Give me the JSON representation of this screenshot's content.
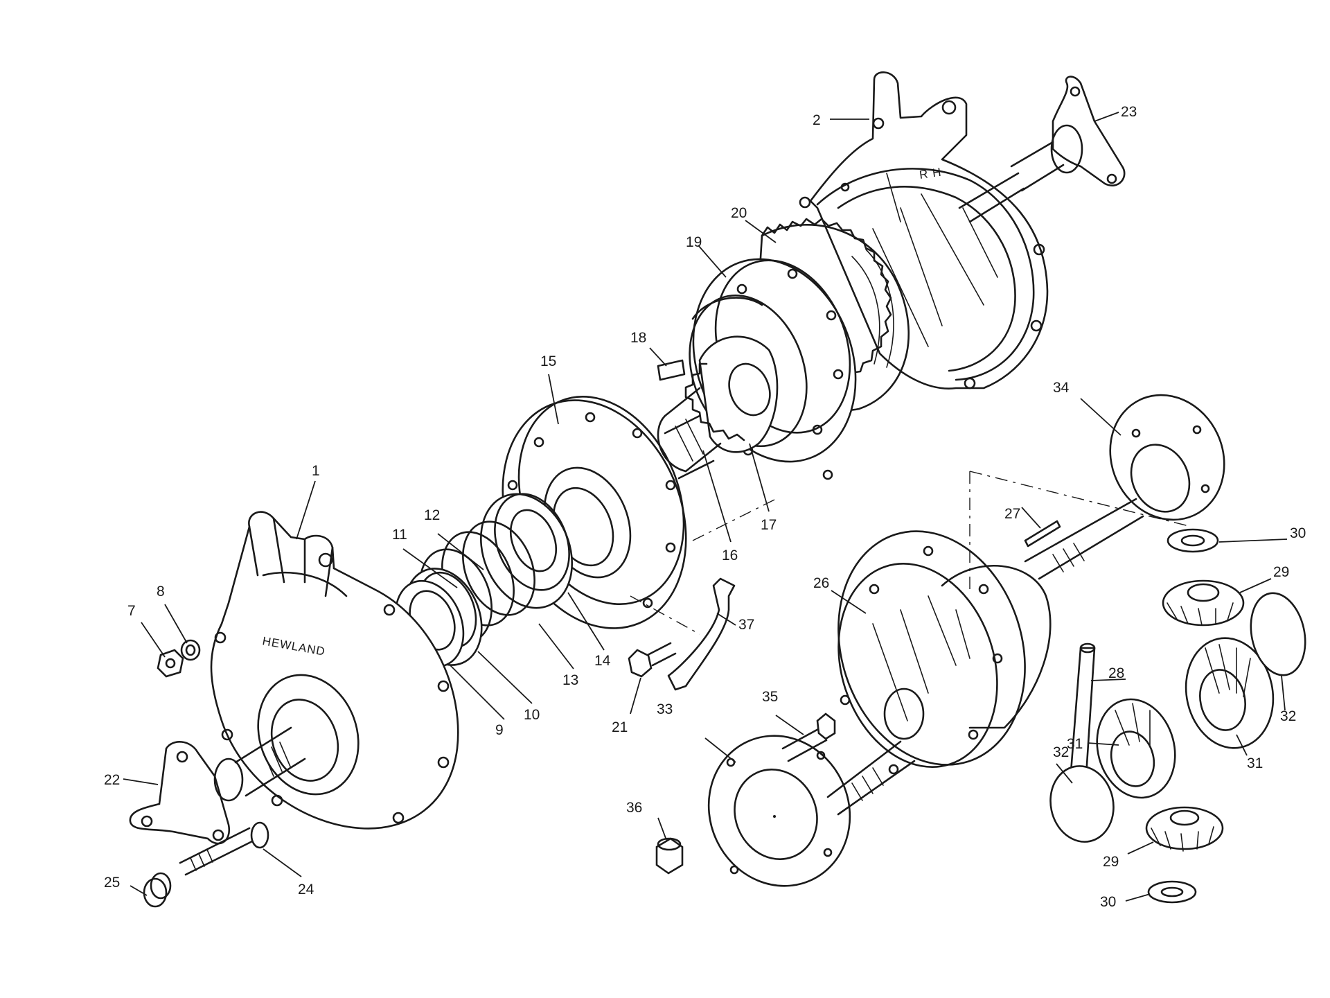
{
  "diagram": {
    "part_numbers": [
      "1",
      "2",
      "7",
      "8",
      "9",
      "10",
      "11",
      "12",
      "13",
      "14",
      "15",
      "16",
      "17",
      "18",
      "19",
      "20",
      "21",
      "22",
      "23",
      "24",
      "25",
      "26",
      "27",
      "28",
      "29",
      "30",
      "31",
      "32",
      "33",
      "34",
      "35",
      "36",
      "37"
    ],
    "callouts": {
      "p1": "1",
      "p2": "2",
      "p7": "7",
      "p8": "8",
      "p9": "9",
      "p10": "10",
      "p11": "11",
      "p12": "12",
      "p13": "13",
      "p14": "14",
      "p15": "15",
      "p16": "16",
      "p17": "17",
      "p18": "18",
      "p19": "19",
      "p20": "20",
      "p21": "21",
      "p22": "22",
      "p23": "23",
      "p24": "24",
      "p25": "25",
      "p26": "26",
      "p27": "27",
      "p28": "28",
      "p29a": "29",
      "p29b": "29",
      "p30a": "30",
      "p30b": "30",
      "p31a": "31",
      "p31b": "31",
      "p32a": "32",
      "p32b": "32",
      "p33": "33",
      "p34": "34",
      "p35": "35",
      "p36": "36",
      "p37": "37"
    },
    "casting_marks": {
      "left_cover": "HEWLAND",
      "right_cover": "R H"
    }
  }
}
